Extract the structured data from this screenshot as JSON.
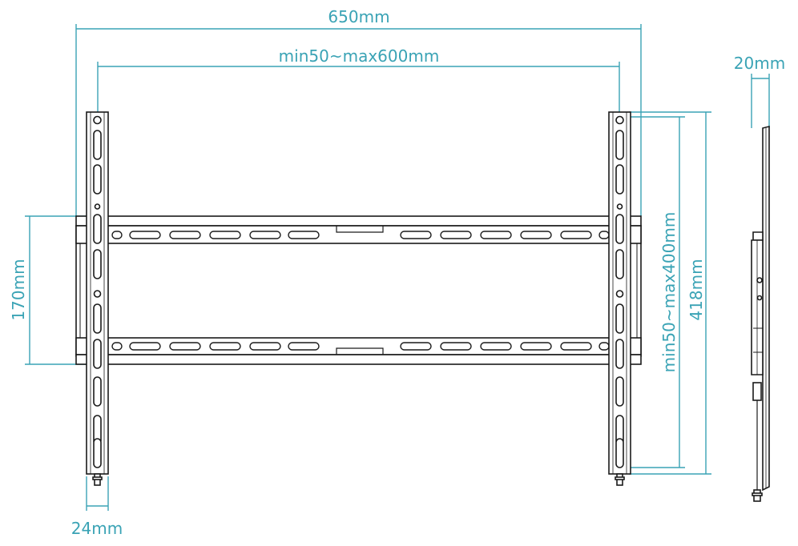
{
  "colors": {
    "dimension": "#3aa3b5",
    "outline": "#1a1a1a",
    "background": "#ffffff"
  },
  "dimensions": {
    "overall_width": "650mm",
    "vesa_horizontal": "min50~max600mm",
    "vesa_vertical": "min50~max400mm",
    "overall_height": "418mm",
    "rail_spacing": "170mm",
    "arm_width": "24mm",
    "wall_depth": "20mm"
  }
}
